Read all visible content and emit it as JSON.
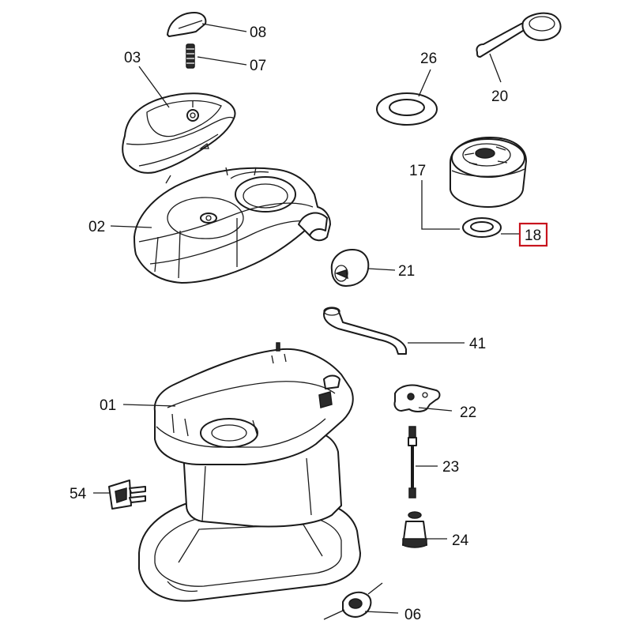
{
  "callouts": [
    {
      "id": "08",
      "text": "08",
      "highlighted": false
    },
    {
      "id": "07",
      "text": "07",
      "highlighted": false
    },
    {
      "id": "03",
      "text": "03",
      "highlighted": false
    },
    {
      "id": "02",
      "text": "02",
      "highlighted": false
    },
    {
      "id": "26",
      "text": "26",
      "highlighted": false
    },
    {
      "id": "20",
      "text": "20",
      "highlighted": false
    },
    {
      "id": "17",
      "text": "17",
      "highlighted": false
    },
    {
      "id": "18",
      "text": "18",
      "highlighted": true
    },
    {
      "id": "21",
      "text": "21",
      "highlighted": false
    },
    {
      "id": "41",
      "text": "41",
      "highlighted": false
    },
    {
      "id": "01",
      "text": "01",
      "highlighted": false
    },
    {
      "id": "22",
      "text": "22",
      "highlighted": false
    },
    {
      "id": "23",
      "text": "23",
      "highlighted": false
    },
    {
      "id": "54",
      "text": "54",
      "highlighted": false
    },
    {
      "id": "24",
      "text": "24",
      "highlighted": false
    },
    {
      "id": "06",
      "text": "06",
      "highlighted": false
    }
  ],
  "colors": {
    "highlight": "#c8141e",
    "line": "#1a1a1a",
    "background": "#ffffff"
  }
}
